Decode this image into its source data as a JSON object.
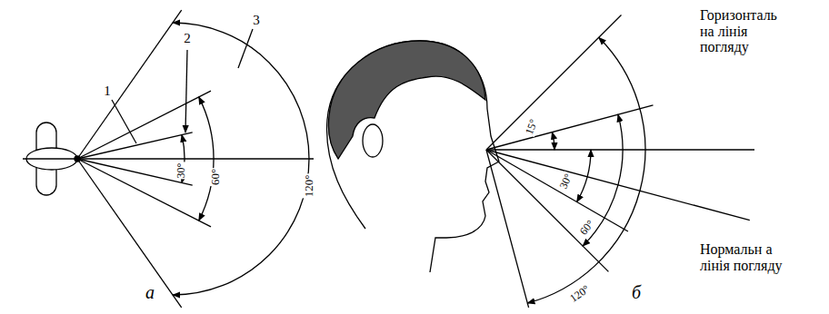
{
  "diagram": {
    "labels": [
      "1",
      "2",
      "3",
      "30°",
      "60°",
      "120°",
      "а",
      "Горизонталь на лінія погляду",
      "15°",
      "30°",
      "60°",
      "120°",
      "Нормальн а лінія погляду",
      "б"
    ]
  }
}
